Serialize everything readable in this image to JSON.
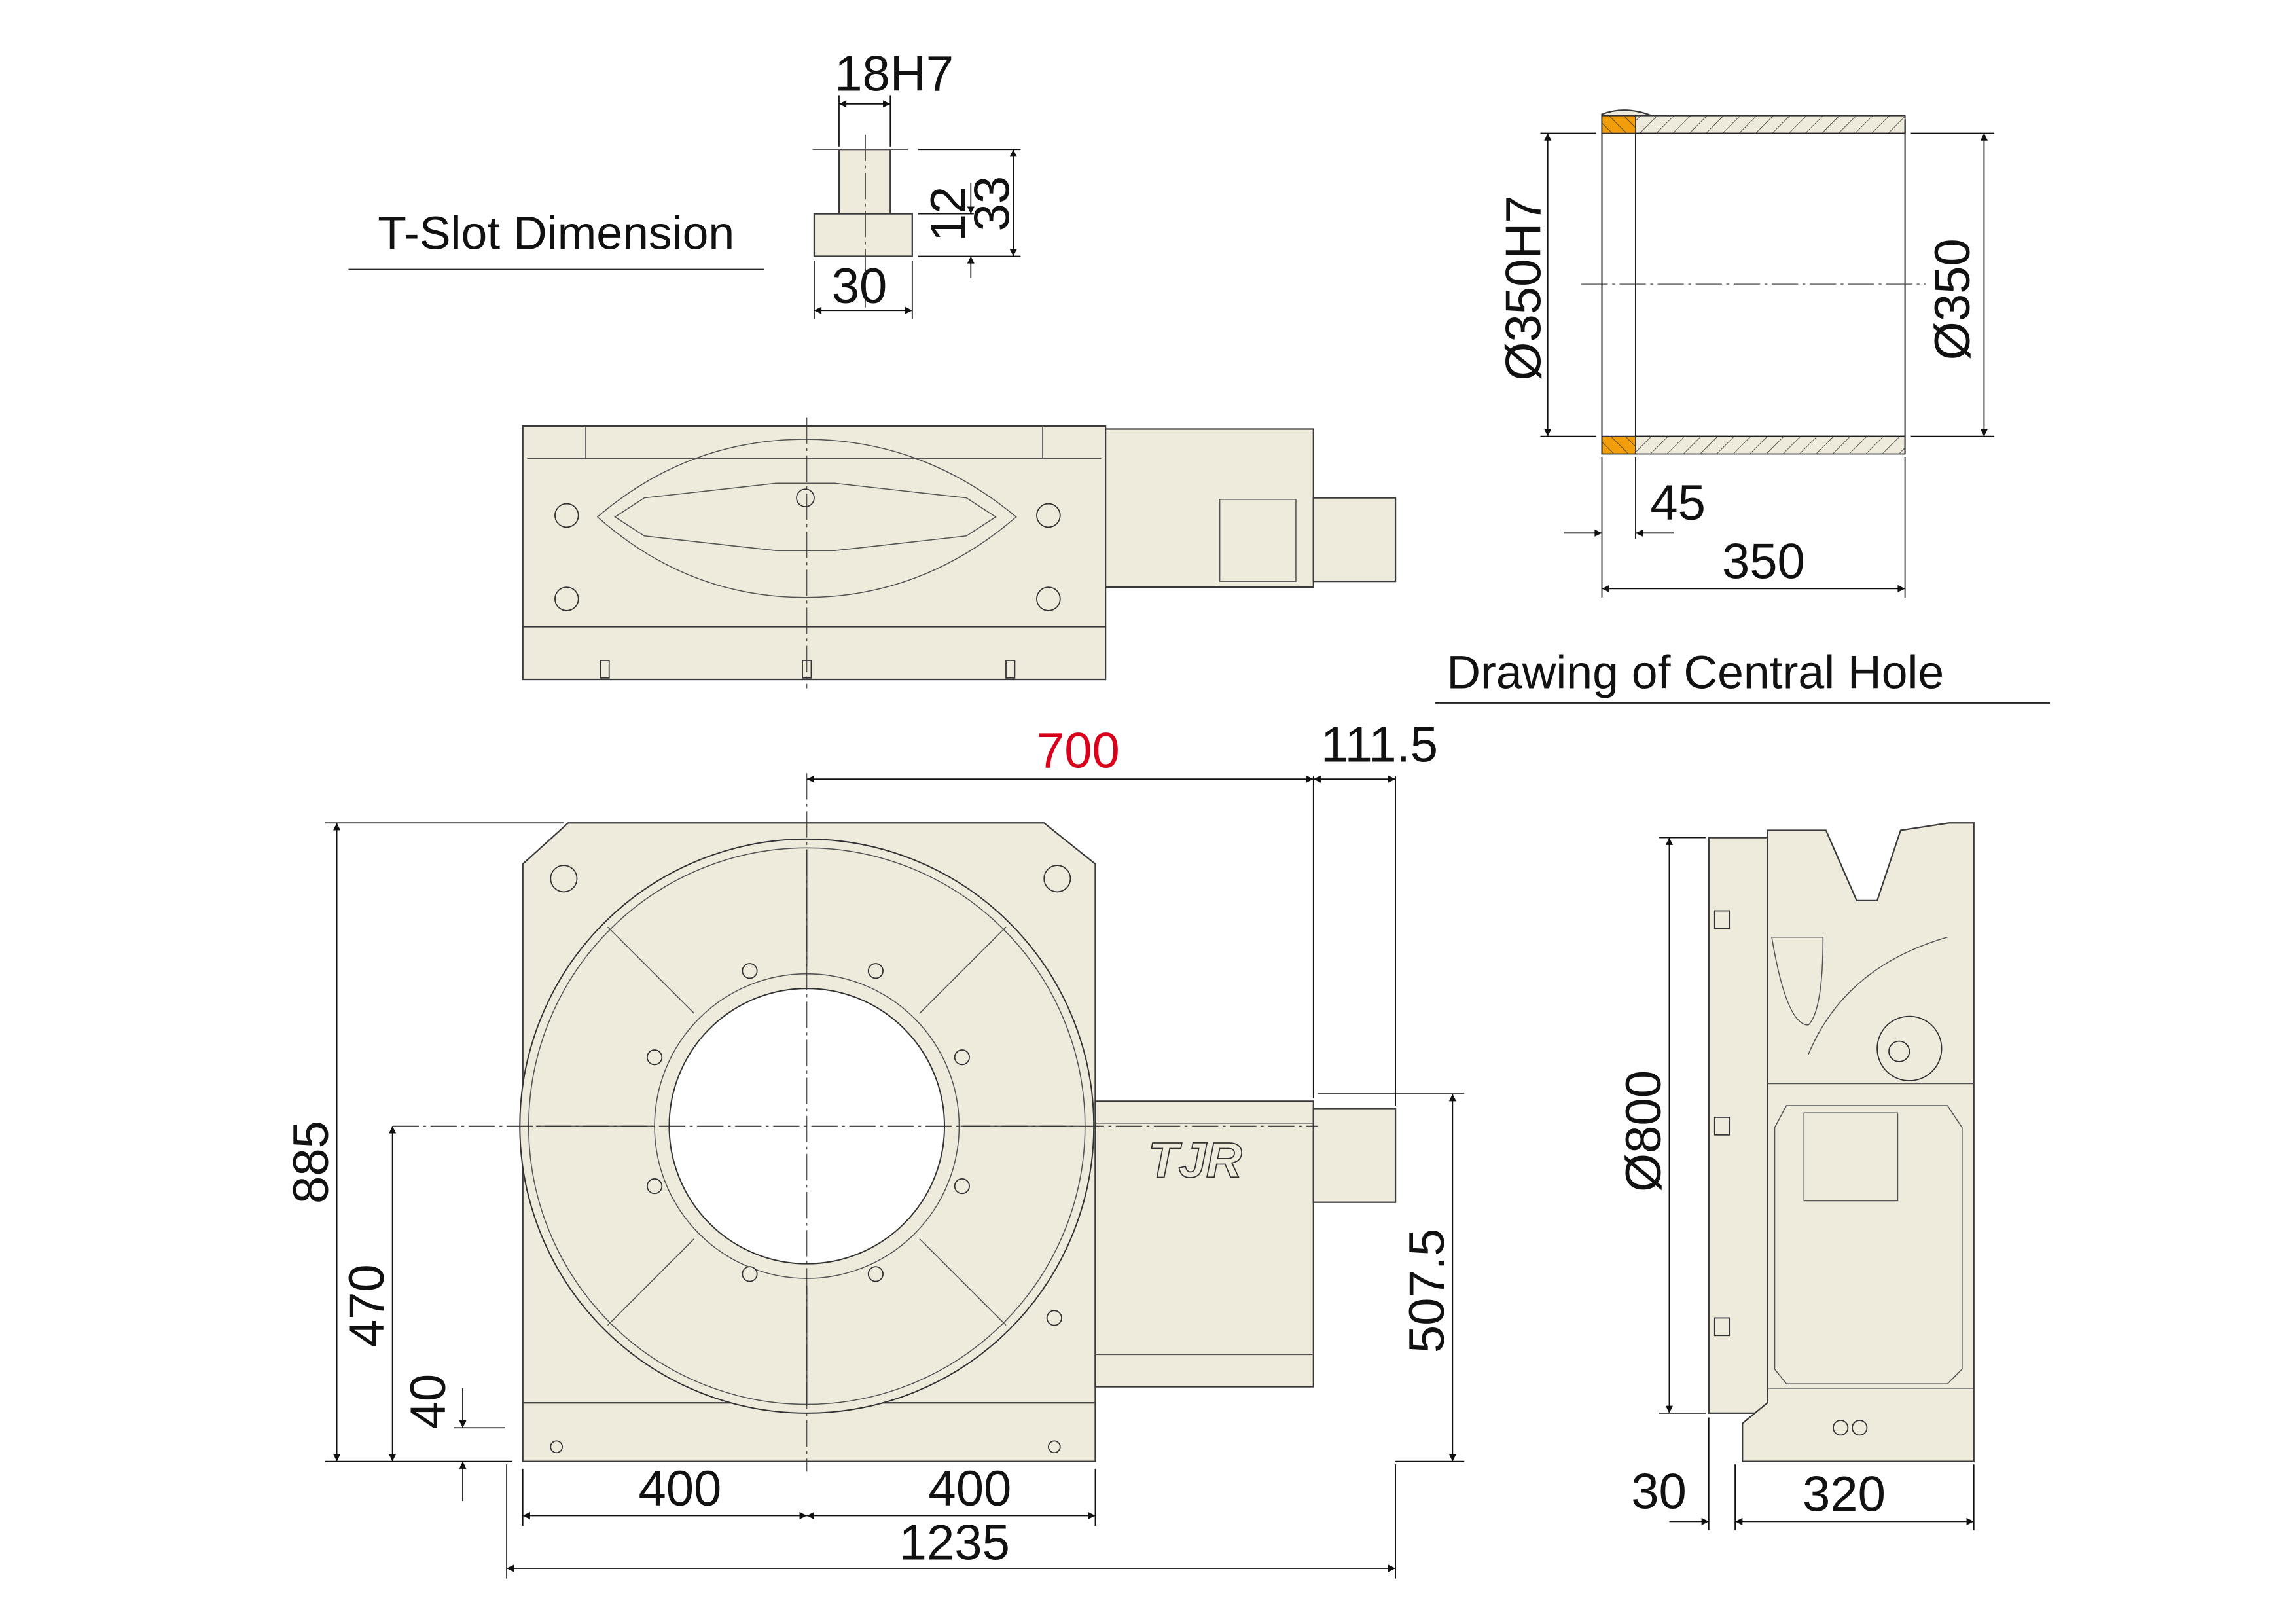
{
  "titles": {
    "t_slot": "T-Slot Dimension",
    "central_hole": "Drawing of Central Hole"
  },
  "brand": {
    "logo_text": "TJR"
  },
  "colors": {
    "body_fill": "#EEEBDD",
    "highlight_dimension": "#D9001B",
    "bushing_section": "#F29D0C",
    "line": "#222222"
  },
  "t_slot": {
    "width_top": "18H7",
    "width_bottom": "30",
    "depth_head": "12",
    "depth_total": "33"
  },
  "central_hole": {
    "bore_diameter": "Ø350H7",
    "through_diameter": "Ø350",
    "bushing_length": "45",
    "length": "350"
  },
  "front_view": {
    "center_to_motor": "700",
    "motor_overhang": "111.5",
    "overall_height": "885",
    "center_height": "470",
    "base_height": "40",
    "motor_height": "507.5",
    "half_width_left": "400",
    "half_width_right": "400",
    "overall_width": "1235"
  },
  "side_view": {
    "table_diameter": "Ø800",
    "plate_thickness": "30",
    "depth": "320"
  }
}
